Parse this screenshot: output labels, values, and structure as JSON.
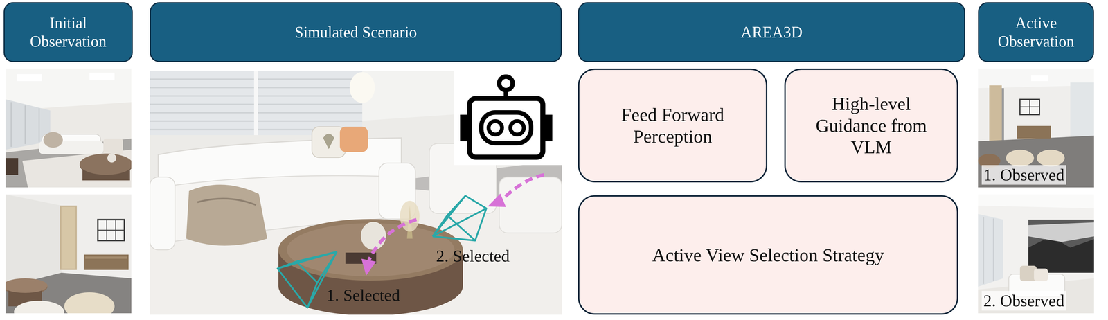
{
  "diagram": {
    "nodes": [
      {
        "text": [
          "Initial Observation"
        ]
      },
      {
        "text": [
          "Simulated Scenario"
        ]
      },
      {
        "text": [
          "AREA3D"
        ]
      },
      {
        "text": [
          "Active Observation"
        ]
      },
      {
        "text": [
          "Feed Forward Perception"
        ]
      },
      {
        "text": [
          "High-level Guidance from VLM"
        ]
      },
      {
        "text": [
          "Active View Selection Strategy"
        ]
      }
    ],
    "labels": [
      "1. Selected",
      "2. Selected",
      "1. Observed",
      "2. Observed"
    ]
  }
}
